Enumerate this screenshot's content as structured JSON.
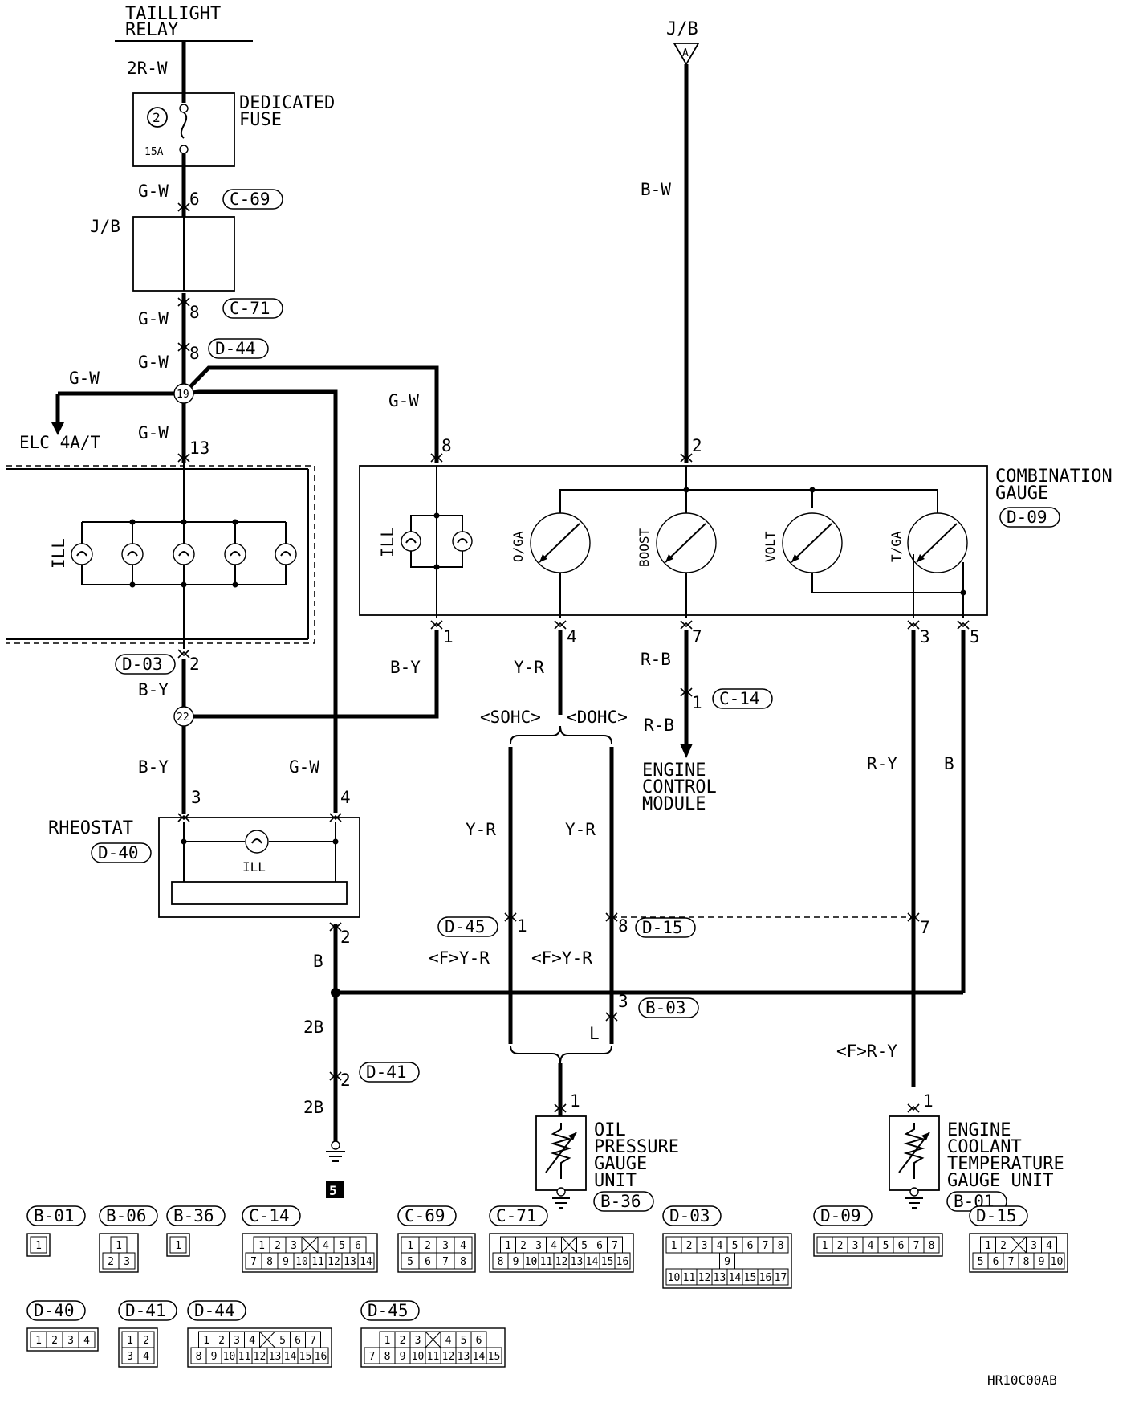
{
  "labels": {
    "taillight_relay_1": "TAILLIGHT",
    "taillight_relay_2": "RELAY",
    "jb_top": "J/B",
    "jb_arrow": "A",
    "dedicated_fuse_1": "DEDICATED",
    "dedicated_fuse_2": "FUSE",
    "fuse_no": "2",
    "fuse_amp": "15A",
    "jb_left": "J/B",
    "elc": "ELC 4A/T",
    "ill_left": "ILL",
    "rheostat": "RHEOSTAT",
    "rheostat_ill": "ILL",
    "combo_1": "COMBINATION",
    "combo_2": "GAUGE",
    "ill_gauge": "ILL",
    "og": "O/GA",
    "boost": "BOOST",
    "volt": "VOLT",
    "tg": "T/GA",
    "sohc": "<SOHC>",
    "dohc": "<DOHC>",
    "ecm_1": "ENGINE",
    "ecm_2": "CONTROL",
    "ecm_3": "MODULE",
    "oil_1": "OIL",
    "oil_2": "PRESSURE",
    "oil_3": "GAUGE",
    "oil_4": "UNIT",
    "ect_1": "ENGINE",
    "ect_2": "COOLANT",
    "ect_3": "TEMPERATURE",
    "ect_4": "GAUGE UNIT",
    "ground": "5",
    "code": "HR10C00AB"
  },
  "wires": {
    "2r_w": "2R-W",
    "b_w": "B-W",
    "g_w": "G-W",
    "b_y": "B-Y",
    "y_r": "Y-R",
    "r_b": "R-B",
    "r_y": "R-Y",
    "b": "B",
    "f_y_r": "<F>Y-R",
    "f_r_y": "<F>R-Y",
    "l": "L",
    "2b": "2B"
  },
  "pins": {
    "p6": "6",
    "p8": "8",
    "p13": "13",
    "p2": "2",
    "p3": "3",
    "p4": "4",
    "p1": "1",
    "p7": "7",
    "p5": "5",
    "j19": "19",
    "j22": "22"
  },
  "connectors": {
    "c69": "C-69",
    "c71": "C-71",
    "d44": "D-44",
    "d03": "D-03",
    "d40": "D-40",
    "d09": "D-09",
    "c14": "C-14",
    "d45": "D-45",
    "d15": "D-15",
    "b03": "B-03",
    "d41": "D-41",
    "b36": "B-36",
    "b01": "B-01",
    "b06": "B-06"
  },
  "legend": {
    "b01": {
      "name": "B-01",
      "rows": [
        [
          "1"
        ]
      ]
    },
    "b06": {
      "name": "B-06",
      "rows": [
        [
          "1"
        ],
        [
          "2",
          "3"
        ]
      ]
    },
    "b36": {
      "name": "B-36",
      "rows": [
        [
          "1"
        ]
      ]
    },
    "c14": {
      "name": "C-14",
      "rows": [
        [
          "1",
          "2",
          "3",
          "",
          "4",
          "5",
          "6"
        ],
        [
          "7",
          "8",
          "9",
          "10",
          "11",
          "12",
          "13",
          "14"
        ]
      ]
    },
    "c69": {
      "name": "C-69",
      "rows": [
        [
          "1",
          "2",
          "3",
          "4"
        ],
        [
          "5",
          "6",
          "7",
          "8"
        ]
      ]
    },
    "c71": {
      "name": "C-71",
      "rows": [
        [
          "1",
          "2",
          "3",
          "4",
          "",
          "5",
          "6",
          "7"
        ],
        [
          "8",
          "9",
          "10",
          "11",
          "12",
          "13",
          "14",
          "15",
          "16"
        ]
      ]
    },
    "d03": {
      "name": "D-03",
      "rows": [
        [
          "1",
          "2",
          "3",
          "4",
          "5",
          "6",
          "7",
          "8"
        ],
        [
          "9"
        ],
        [
          "10",
          "11",
          "12",
          "13",
          "14",
          "15",
          "16",
          "17"
        ]
      ]
    },
    "d09": {
      "name": "D-09",
      "rows": [
        [
          "1",
          "2",
          "3",
          "4",
          "5",
          "6",
          "7",
          "8"
        ]
      ]
    },
    "d15": {
      "name": "D-15",
      "rows": [
        [
          "1",
          "2",
          "",
          "3",
          "4"
        ],
        [
          "5",
          "6",
          "7",
          "8",
          "9",
          "10"
        ]
      ]
    },
    "d40": {
      "name": "D-40",
      "rows": [
        [
          "1",
          "2",
          "3",
          "4"
        ]
      ]
    },
    "d41": {
      "name": "D-41",
      "rows": [
        [
          "1",
          "2"
        ],
        [
          "3",
          "4"
        ]
      ]
    },
    "d44": {
      "name": "D-44",
      "rows": [
        [
          "1",
          "2",
          "3",
          "4",
          "",
          "5",
          "6",
          "7"
        ],
        [
          "8",
          "9",
          "10",
          "11",
          "12",
          "13",
          "14",
          "15",
          "16"
        ]
      ]
    },
    "d45": {
      "name": "D-45",
      "rows": [
        [
          "1",
          "2",
          "3",
          "",
          "4",
          "5",
          "6"
        ],
        [
          "7",
          "8",
          "9",
          "10",
          "11",
          "12",
          "13",
          "14",
          "15"
        ]
      ]
    }
  }
}
